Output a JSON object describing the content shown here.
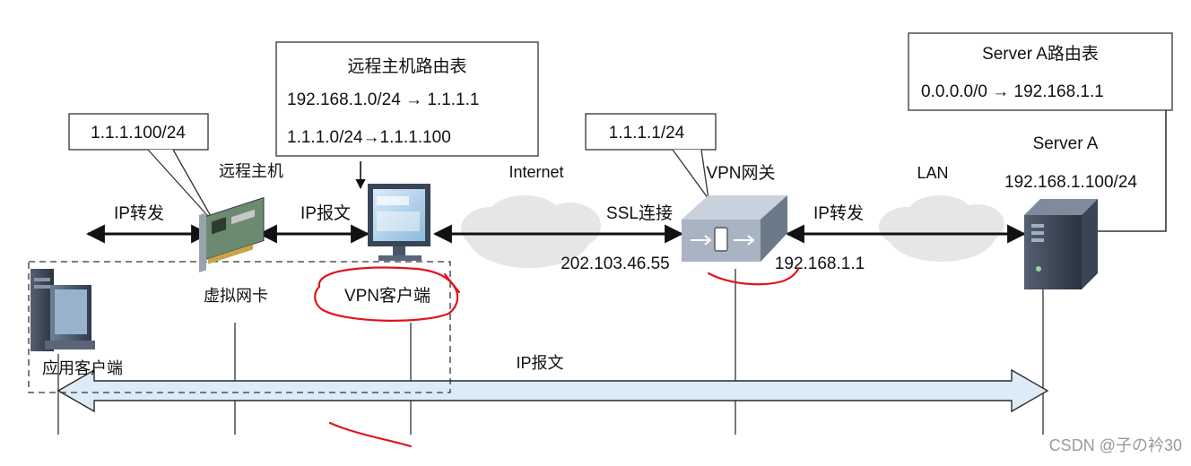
{
  "route_tables": {
    "remote_host": {
      "title": "远程主机路由表",
      "routes": [
        "192.168.1.0/24 → 1.1.1.1",
        "1.1.1.0/24→1.1.1.100"
      ]
    },
    "server_a": {
      "title": "Server A路由表",
      "routes": [
        "0.0.0.0/0 → 192.168.1.1"
      ]
    }
  },
  "callouts": {
    "virtual_nic_ip": "1.1.1.100/24",
    "gateway_ip": "1.1.1.1/24"
  },
  "nodes": {
    "remote_host": "远程主机",
    "virtual_nic": "虚拟网卡",
    "vpn_client": "VPN客户端",
    "app_client": "应用客户端",
    "vpn_gateway": "VPN网关",
    "server_a": "Server A",
    "server_a_ip": "192.168.1.100/24"
  },
  "networks": {
    "internet": "Internet",
    "lan": "LAN"
  },
  "links": {
    "ip_forward_left": "IP转发",
    "ip_packet_top": "IP报文",
    "ssl": "SSL连接",
    "ip_forward_right": "IP转发",
    "gateway_public_ip": "202.103.46.55",
    "gateway_lan_ip": "192.168.1.1",
    "ip_packet_bottom": "IP报文"
  },
  "colors": {
    "annotation": "#e0141e",
    "tunnel_fill": "#dcebf7",
    "tunnel_stroke": "#2a2a2a",
    "cloud": "#e6e6e6"
  },
  "watermark": "CSDN @子の衿30"
}
